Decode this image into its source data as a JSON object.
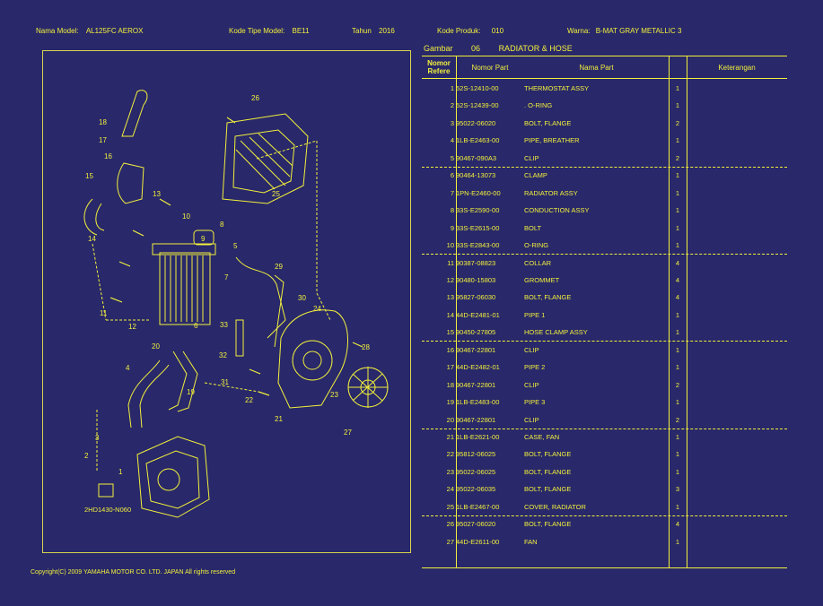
{
  "header": {
    "model_label": "Nama Model:",
    "model_value": "AL125FC AEROX",
    "type_label": "Kode Tipe Model:",
    "type_value": "BE11",
    "year_label": "Tahun",
    "year_value": "2016",
    "product_label": "Kode Produk:",
    "product_value": "010",
    "color_label": "Warna:",
    "color_value": "B-MAT GRAY METALLIC 3"
  },
  "section": {
    "label": "Gambar",
    "number": "06",
    "name": "RADIATOR & HOSE"
  },
  "table": {
    "col_ref": "Nomor Refere",
    "col_part": "Nomor Part",
    "col_name": "Nama Part",
    "col_note": "Keterangan",
    "rows": [
      {
        "no": "1",
        "part": "52S-12410-00",
        "name": "THERMOSTAT ASSY",
        "qty": "1"
      },
      {
        "no": "2",
        "part": "52S-12439-00",
        "name": ". O-RING",
        "qty": "1"
      },
      {
        "no": "3",
        "part": "95022-06020",
        "name": "BOLT, FLANGE",
        "qty": "2"
      },
      {
        "no": "4",
        "part": "1LB-E2463-00",
        "name": "PIPE, BREATHER",
        "qty": "1"
      },
      {
        "no": "5",
        "part": "90467-090A3",
        "name": "CLIP",
        "qty": "2"
      },
      {
        "no": "6",
        "part": "90464-13073",
        "name": "CLAMP",
        "qty": "1"
      },
      {
        "no": "7",
        "part": "1PN-E2460-00",
        "name": "RADIATOR ASSY",
        "qty": "1"
      },
      {
        "no": "8",
        "part": "33S-E2590-00",
        "name": "CONDUCTION ASSY",
        "qty": "1"
      },
      {
        "no": "9",
        "part": "33S-E2615-00",
        "name": "BOLT",
        "qty": "1"
      },
      {
        "no": "10",
        "part": "33S-E2843-00",
        "name": "O-RING",
        "qty": "1"
      },
      {
        "no": "11",
        "part": "90387-08823",
        "name": "COLLAR",
        "qty": "4"
      },
      {
        "no": "12",
        "part": "90480-15803",
        "name": "GROMMET",
        "qty": "4"
      },
      {
        "no": "13",
        "part": "95827-06030",
        "name": "BOLT, FLANGE",
        "qty": "4"
      },
      {
        "no": "14",
        "part": "44D-E2481-01",
        "name": "PIPE 1",
        "qty": "1"
      },
      {
        "no": "15",
        "part": "90450-27805",
        "name": "HOSE CLAMP ASSY",
        "qty": "1"
      },
      {
        "no": "16",
        "part": "90467-22801",
        "name": "CLIP",
        "qty": "1"
      },
      {
        "no": "17",
        "part": "44D-E2482-01",
        "name": "PIPE 2",
        "qty": "1"
      },
      {
        "no": "18",
        "part": "90467-22801",
        "name": "CLIP",
        "qty": "2"
      },
      {
        "no": "19",
        "part": "1LB-E2483-00",
        "name": "PIPE 3",
        "qty": "1"
      },
      {
        "no": "20",
        "part": "90467-22801",
        "name": "CLIP",
        "qty": "2"
      },
      {
        "no": "21",
        "part": "1LB-E2621-00",
        "name": "CASE, FAN",
        "qty": "1"
      },
      {
        "no": "22",
        "part": "95812-06025",
        "name": "BOLT, FLANGE",
        "qty": "1"
      },
      {
        "no": "23",
        "part": "95022-06025",
        "name": "BOLT, FLANGE",
        "qty": "1"
      },
      {
        "no": "24",
        "part": "95022-06035",
        "name": "BOLT, FLANGE",
        "qty": "3"
      },
      {
        "no": "25",
        "part": "1LB-E2467-00",
        "name": "COVER, RADIATOR",
        "qty": "1"
      },
      {
        "no": "26",
        "part": "95027-06020",
        "name": "BOLT, FLANGE",
        "qty": "4"
      },
      {
        "no": "27",
        "part": "44D-E2611-00",
        "name": "FAN",
        "qty": "1"
      }
    ]
  },
  "diagram": {
    "code": "2HD1430-N060",
    "callouts": [
      "1",
      "2",
      "3",
      "4",
      "5",
      "6",
      "7",
      "8",
      "9",
      "10",
      "11",
      "12",
      "13",
      "14",
      "15",
      "16",
      "17",
      "18",
      "19",
      "20",
      "21",
      "22",
      "23",
      "24",
      "25",
      "26",
      "27",
      "28",
      "29",
      "30",
      "31",
      "32",
      "33"
    ]
  },
  "footer": {
    "copyright": "Copyright(C) 2009 YAMAHA MOTOR CO. LTD. JAPAN All rights reserved"
  },
  "colors": {
    "background": "#28286a",
    "foreground": "#f3f03c"
  }
}
